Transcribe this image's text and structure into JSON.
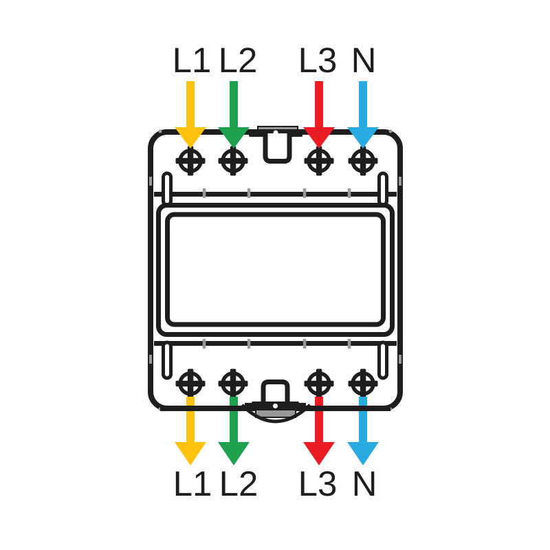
{
  "phases": [
    {
      "label": "L1",
      "color": "#FFC20E"
    },
    {
      "label": "L2",
      "color": "#1FA24D"
    },
    {
      "label": "L3",
      "color": "#EC1C24"
    },
    {
      "label": "N",
      "color": "#29ABE2"
    }
  ],
  "device": {
    "outline_color": "#1E1E1E",
    "detail_gray": "#999999",
    "top_terminal_count": 4,
    "bottom_terminal_count": 4
  }
}
